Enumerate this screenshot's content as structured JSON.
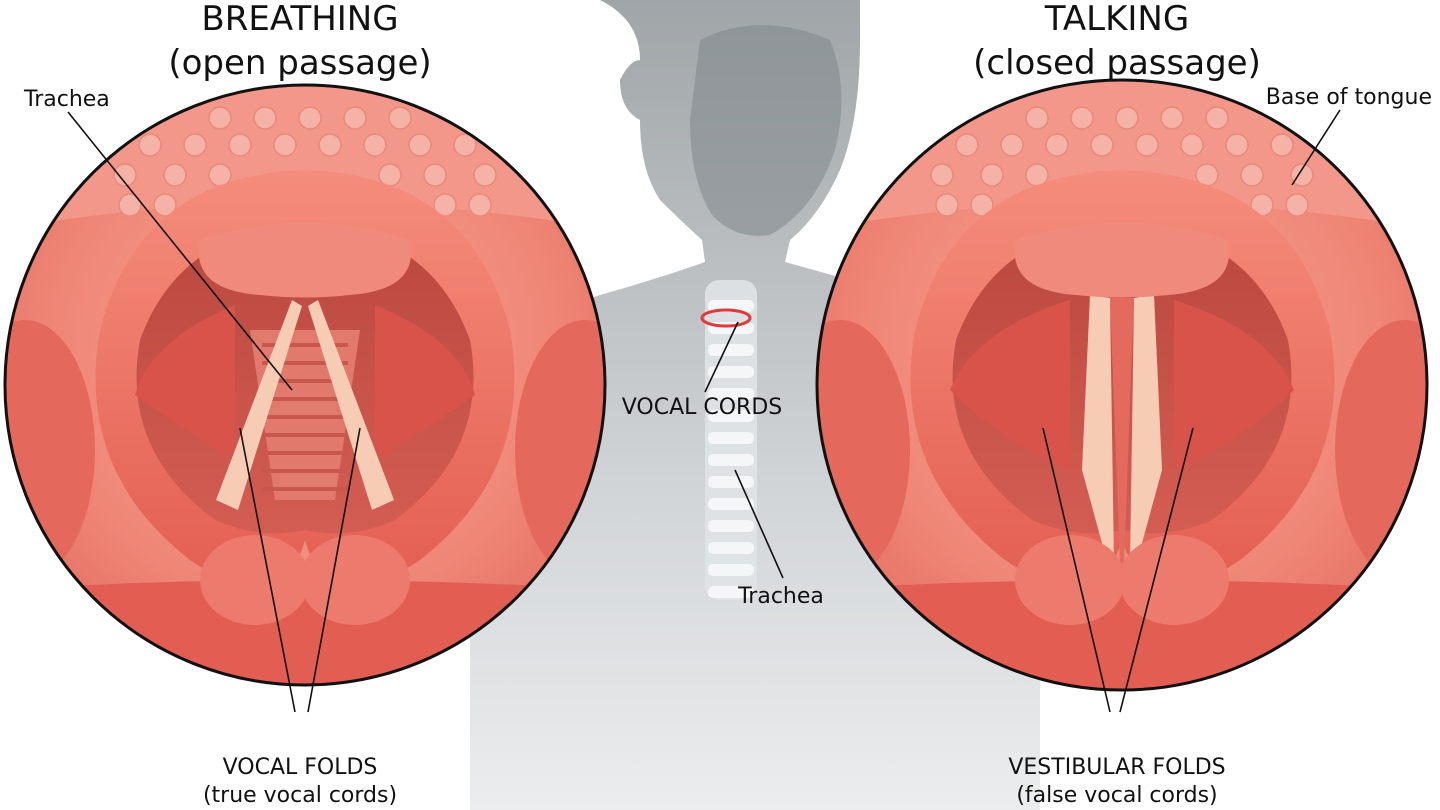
{
  "left_panel": {
    "title": "BREATHING",
    "subtitle": "(open passage)",
    "labels": {
      "trachea": "Trachea",
      "folds": "VOCAL FOLDS",
      "folds_sub": "(true vocal cords)"
    }
  },
  "right_panel": {
    "title": "TALKING",
    "subtitle": "(closed passage)",
    "labels": {
      "tongue": "Base of tongue",
      "folds": "VESTIBULAR FOLDS",
      "folds_sub": "(false vocal cords)"
    }
  },
  "center": {
    "vocal_cords": "VOCAL CORDS",
    "trachea": "Trachea"
  },
  "colors": {
    "tissue": "#f08a7c",
    "tissue_dark": "#d9574c",
    "cord": "#f6cdb4",
    "silhouette": "#9aa0a4",
    "highlight_ring": "#e03a3a"
  }
}
